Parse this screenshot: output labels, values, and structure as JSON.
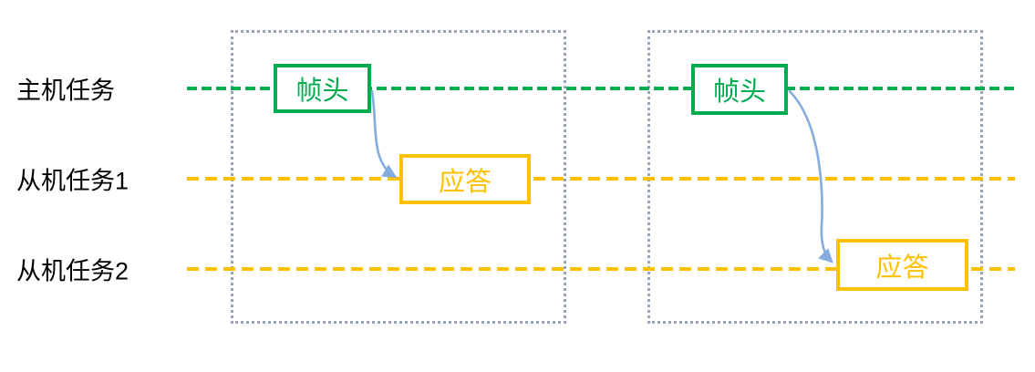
{
  "rows": [
    {
      "label": "主机任务"
    },
    {
      "label": "从机任务1"
    },
    {
      "label": "从机任务2"
    }
  ],
  "frames": [
    {
      "header_label": "帧头",
      "response_label": "应答"
    },
    {
      "header_label": "帧头",
      "response_label": "应答"
    }
  ],
  "colors": {
    "host_line_green": "#00AC50",
    "slave_line_yellow": "#FFC000",
    "arrow_blue": "#85ACDF",
    "frame_border_slate": "#97A3B7",
    "label_text": "#000000",
    "background": "#FFFFFF"
  }
}
